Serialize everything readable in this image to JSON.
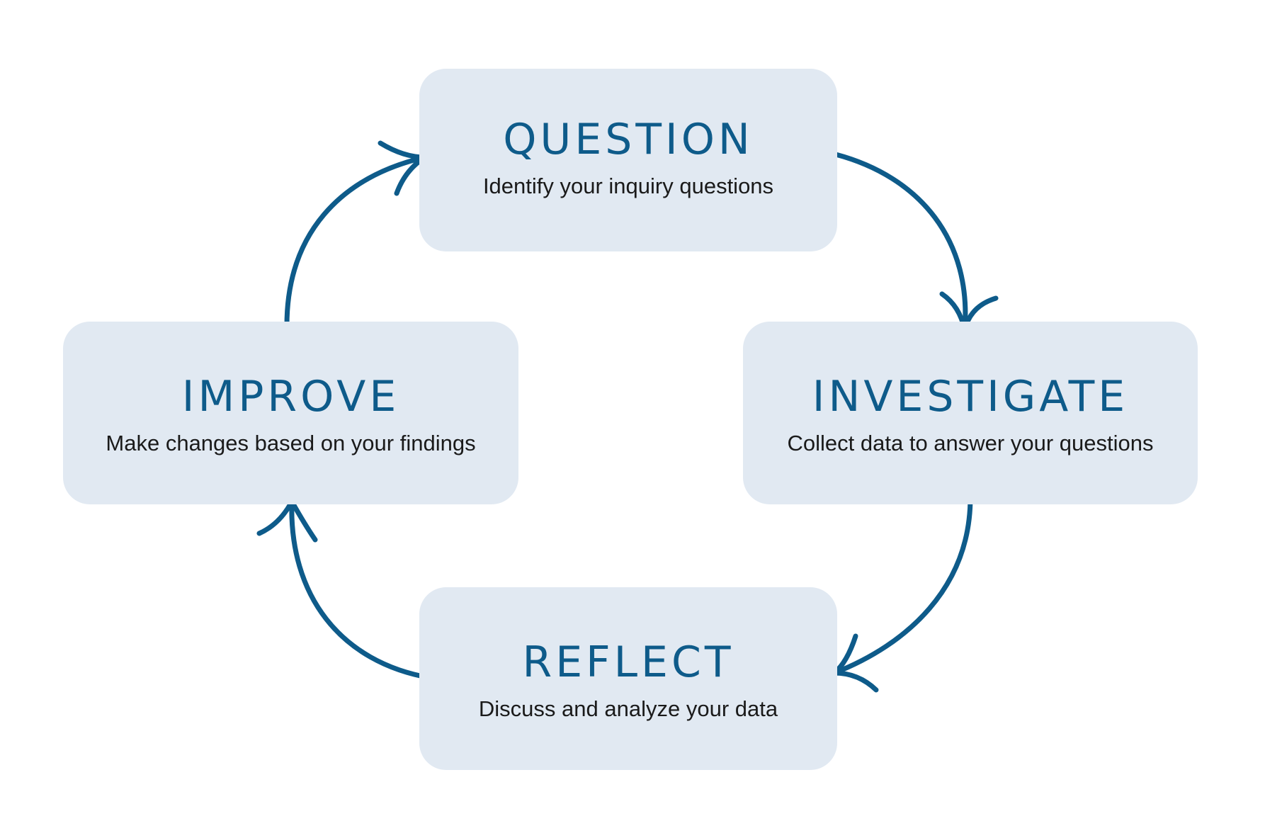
{
  "stages": {
    "question": {
      "title": "QUESTION",
      "description": "Identify your inquiry questions"
    },
    "investigate": {
      "title": "INVESTIGATE",
      "description": "Collect data to answer your questions"
    },
    "reflect": {
      "title": "REFLECT",
      "description": "Discuss and analyze your data"
    },
    "improve": {
      "title": "IMPROVE",
      "description": "Make changes based on your findings"
    }
  },
  "colors": {
    "box_fill": "#e1e9f2",
    "accent": "#0e5b8a",
    "text": "#1a1a1a",
    "background": "#ffffff"
  },
  "arrows": [
    {
      "from": "question",
      "to": "investigate",
      "icon": "curved-arrow-icon"
    },
    {
      "from": "investigate",
      "to": "reflect",
      "icon": "curved-arrow-icon"
    },
    {
      "from": "reflect",
      "to": "improve",
      "icon": "curved-arrow-icon"
    },
    {
      "from": "improve",
      "to": "question",
      "icon": "curved-arrow-icon"
    }
  ]
}
